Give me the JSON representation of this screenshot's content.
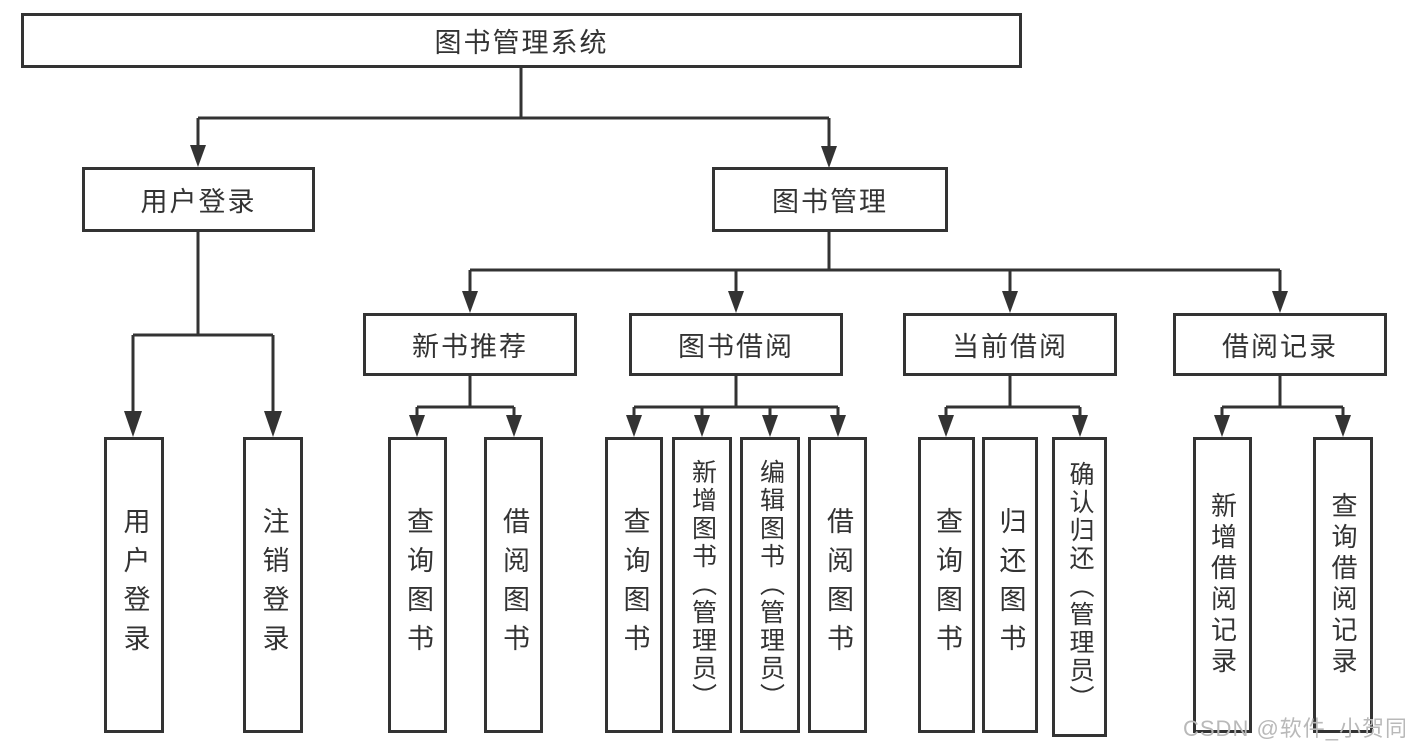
{
  "diagram": {
    "root": {
      "label": "图书管理系统"
    },
    "level2": [
      {
        "label": "用户登录"
      },
      {
        "label": "图书管理"
      }
    ],
    "level3": [
      {
        "label": "新书推荐",
        "parent": "图书管理"
      },
      {
        "label": "图书借阅",
        "parent": "图书管理"
      },
      {
        "label": "当前借阅",
        "parent": "图书管理"
      },
      {
        "label": "借阅记录",
        "parent": "图书管理"
      }
    ],
    "leaves": [
      {
        "label": "用户登录",
        "parent": "用户登录"
      },
      {
        "label": "注销登录",
        "parent": "用户登录"
      },
      {
        "label": "查询图书",
        "parent": "新书推荐"
      },
      {
        "label": "借阅图书",
        "parent": "新书推荐"
      },
      {
        "label": "查询图书",
        "parent": "图书借阅"
      },
      {
        "label": "新增图书（管理员）",
        "parent": "图书借阅"
      },
      {
        "label": "编辑图书（管理员）",
        "parent": "图书借阅"
      },
      {
        "label": "借阅图书",
        "parent": "图书借阅"
      },
      {
        "label": "查询图书",
        "parent": "当前借阅"
      },
      {
        "label": "归还图书",
        "parent": "当前借阅"
      },
      {
        "label": "确认归还（管理员）",
        "parent": "当前借阅"
      },
      {
        "label": "新增借阅记录",
        "parent": "借阅记录"
      },
      {
        "label": "查询借阅记录",
        "parent": "借阅记录"
      }
    ]
  },
  "watermark": {
    "text": "CSDN @软件_小贺同学"
  },
  "colors": {
    "line": "#333333",
    "box_border": "#333333",
    "text": "#333333",
    "watermark": "#b9b9b9",
    "background": "#ffffff"
  }
}
